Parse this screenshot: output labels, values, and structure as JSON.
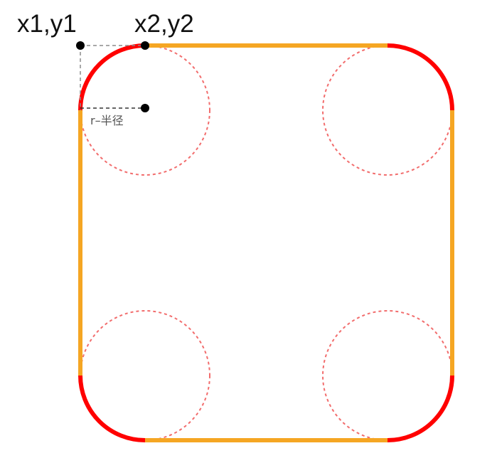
{
  "labels": {
    "point1": "x1,y1",
    "point2": "x2,y2",
    "radius": "r–半径"
  },
  "colors": {
    "straight_edge": "#F5A623",
    "corner_arc": "#FF0000",
    "guide_circle": "#F26D6D",
    "guide_line": "#8C8C8C",
    "radius_line": "#333333",
    "point": "#000000",
    "text": "#111111"
  }
}
